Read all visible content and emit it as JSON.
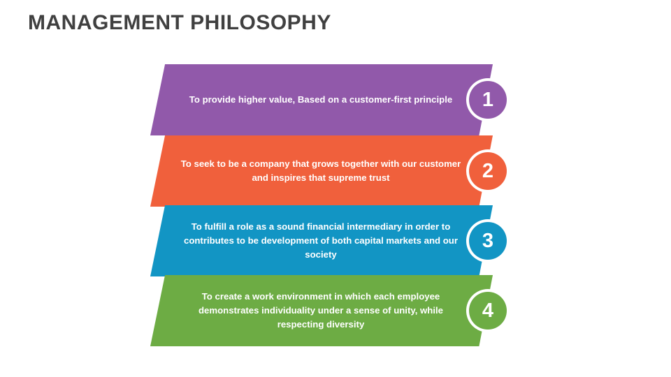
{
  "slide": {
    "background_color": "#FFFFFF",
    "title": "MANAGEMENT PHILOSOPHY",
    "title_color": "#404040"
  },
  "bands": [
    {
      "number": "1",
      "text": "To provide higher value, Based on a customer-first principle",
      "color": "#9159AA",
      "badge_icon": "step-number-circle-icon"
    },
    {
      "number": "2",
      "text": "To seek to be a company that grows together with our customer and inspires that supreme trust",
      "color": "#F0603C",
      "badge_icon": "step-number-circle-icon"
    },
    {
      "number": "3",
      "text": "To fulfill a role as a sound financial intermediary in order to contributes to be development of both capital markets and our society",
      "color": "#1295C4",
      "badge_icon": "step-number-circle-icon"
    },
    {
      "number": "4",
      "text": "To create a work environment in which each employee demonstrates individuality under a sense of unity, while respecting diversity",
      "color": "#6DAC44",
      "badge_icon": "step-number-circle-icon"
    }
  ]
}
